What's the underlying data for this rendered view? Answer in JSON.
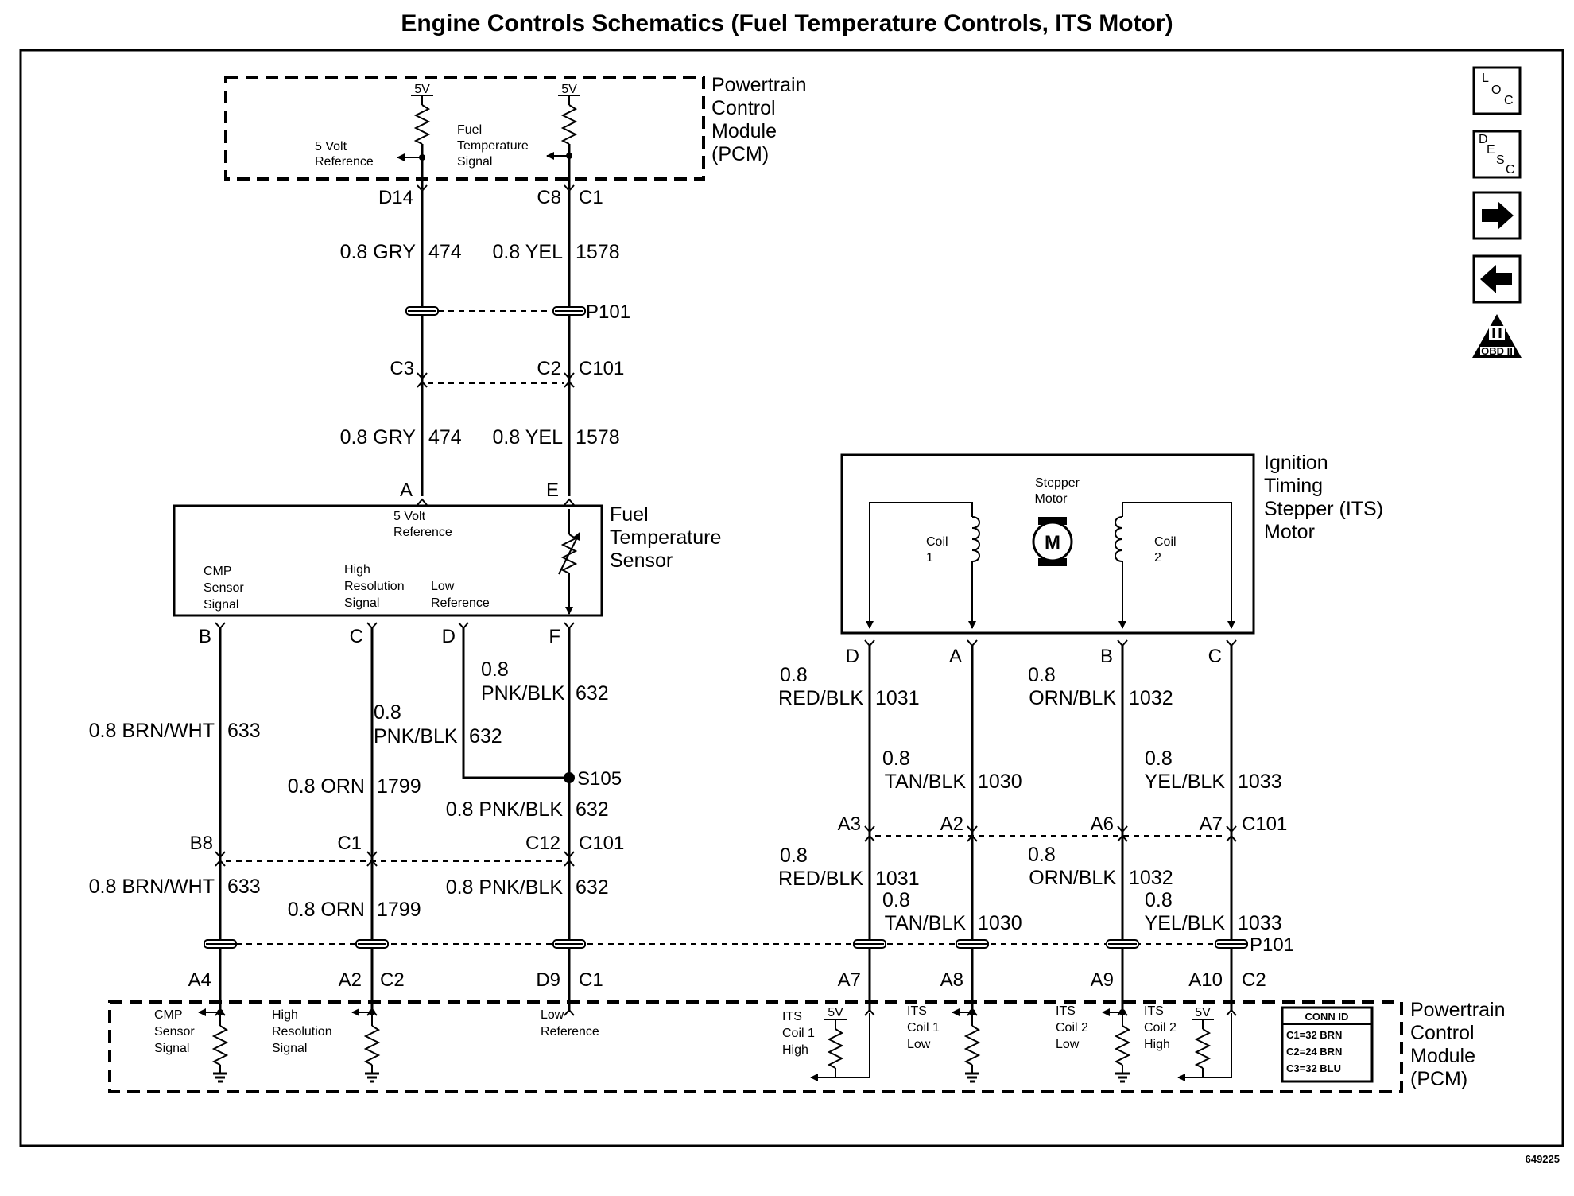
{
  "title": "Engine Controls Schematics (Fuel Temperature Controls, ITS Motor)",
  "doc_number": "649225",
  "nav_icons": [
    {
      "name": "location-icon",
      "letters": [
        "L",
        "O",
        "C"
      ]
    },
    {
      "name": "description-icon",
      "letters": [
        "D",
        "E",
        "S",
        "C"
      ]
    },
    {
      "name": "next-arrow-icon"
    },
    {
      "name": "previous-arrow-icon"
    },
    {
      "name": "obd-ii-icon",
      "label": "OBD II"
    }
  ],
  "components": {
    "pcm_top": {
      "lines": [
        "Powertrain",
        "Control",
        "Module",
        "(PCM)"
      ],
      "supply": "5V"
    },
    "fts": {
      "lines": [
        "Fuel",
        "Temperature",
        "Sensor"
      ]
    },
    "its": {
      "lines": [
        "Ignition",
        "Timing",
        "Stepper (ITS)",
        "Motor"
      ],
      "motor_label": [
        "Stepper",
        "Motor"
      ],
      "motor_symbol": "M",
      "coil1": [
        "Coil",
        "1"
      ],
      "coil2": [
        "Coil",
        "2"
      ]
    },
    "pcm_bottom": {
      "lines": [
        "Powertrain",
        "Control",
        "Module",
        "(PCM)"
      ],
      "supply": "5V"
    }
  },
  "inner_labels": {
    "pcm_top_5v_ref": [
      "5 Volt",
      "Reference"
    ],
    "pcm_top_fuel_signal": [
      "Fuel",
      "Temperature",
      "Signal"
    ],
    "fts_5v_ref": [
      "5 Volt",
      "Reference"
    ],
    "fts_cmp": [
      "CMP",
      "Sensor",
      "Signal"
    ],
    "fts_high_res": [
      "High",
      "Resolution",
      "Signal"
    ],
    "fts_low_ref": [
      "Low",
      "Reference"
    ],
    "pcmb_cmp": [
      "CMP",
      "Sensor",
      "Signal"
    ],
    "pcmb_high_res": [
      "High",
      "Resolution",
      "Signal"
    ],
    "pcmb_low_ref": [
      "Low",
      "Reference"
    ],
    "pcmb_its_c1h": [
      "ITS",
      "Coil 1",
      "High"
    ],
    "pcmb_its_c1l": [
      "ITS",
      "Coil 1",
      "Low"
    ],
    "pcmb_its_c2l": [
      "ITS",
      "Coil 2",
      "Low"
    ],
    "pcmb_its_c2h": [
      "ITS",
      "Coil 2",
      "High"
    ]
  },
  "conn_id": {
    "header": "CONN ID",
    "rows": [
      "C1=32 BRN",
      "C2=24 BRN",
      "C3=32 BLU"
    ]
  },
  "connectors": {
    "p101": "P101",
    "c101": "C101",
    "c1": "C1",
    "c2": "C2",
    "splice": "S105"
  },
  "pins": {
    "d14": "D14",
    "c8": "C8",
    "c3": "C3",
    "c2": "C2",
    "a": "A",
    "e": "E",
    "b": "B",
    "c": "C",
    "d": "D",
    "f": "F",
    "b8": "B8",
    "c1": "C1",
    "c12": "C12",
    "a4": "A4",
    "a2": "A2",
    "d9": "D9",
    "its_d": "D",
    "its_a": "A",
    "its_b": "B",
    "its_c": "C",
    "a3": "A3",
    "its_a2": "A2",
    "a6": "A6",
    "a7": "A7",
    "a7b": "A7",
    "a8": "A8",
    "a9": "A9",
    "a10": "A10"
  },
  "wires": {
    "gry": "0.8 GRY",
    "c474": "474",
    "yel": "0.8 YEL",
    "c1578": "1578",
    "brnwht": "0.8 BRN/WHT",
    "c633": "633",
    "pnkblk": "0.8 PNK/BLK",
    "pnkblk_a": "PNK/BLK",
    "c632": "632",
    "orn": "0.8 ORN",
    "c1799": "1799",
    "size": "0.8",
    "redblk": "RED/BLK",
    "c1031": "1031",
    "tanblk": "TAN/BLK",
    "c1030": "1030",
    "ornblk": "ORN/BLK",
    "c1032": "1032",
    "yelblk": "YEL/BLK",
    "c1033": "1033"
  }
}
